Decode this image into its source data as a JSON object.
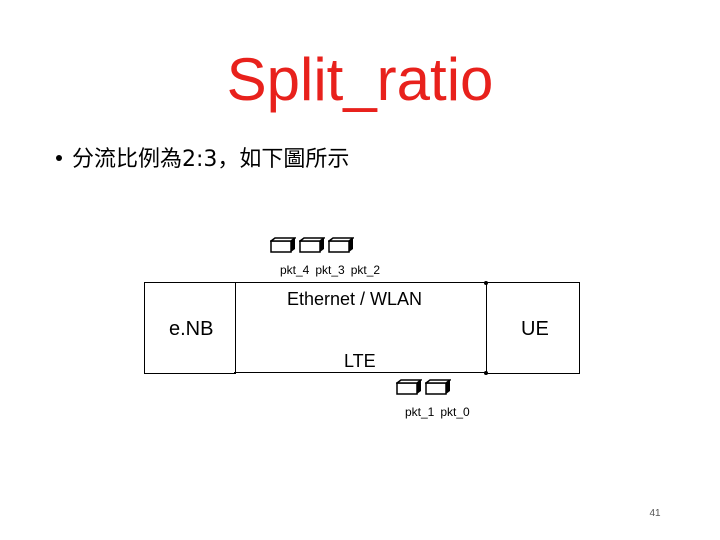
{
  "slide": {
    "title": "Split_ratio",
    "bullet": "分流比例為2:3，如下圖所示",
    "page_number": "41"
  },
  "diagram": {
    "enb_label": "e.NB",
    "ue_label": "UE",
    "top_link_label": "Ethernet / WLAN",
    "bottom_link_label": "LTE",
    "top_packets": [
      "pkt_4",
      "pkt_3",
      "pkt_2"
    ],
    "bottom_packets": [
      "pkt_1",
      "pkt_0"
    ]
  }
}
